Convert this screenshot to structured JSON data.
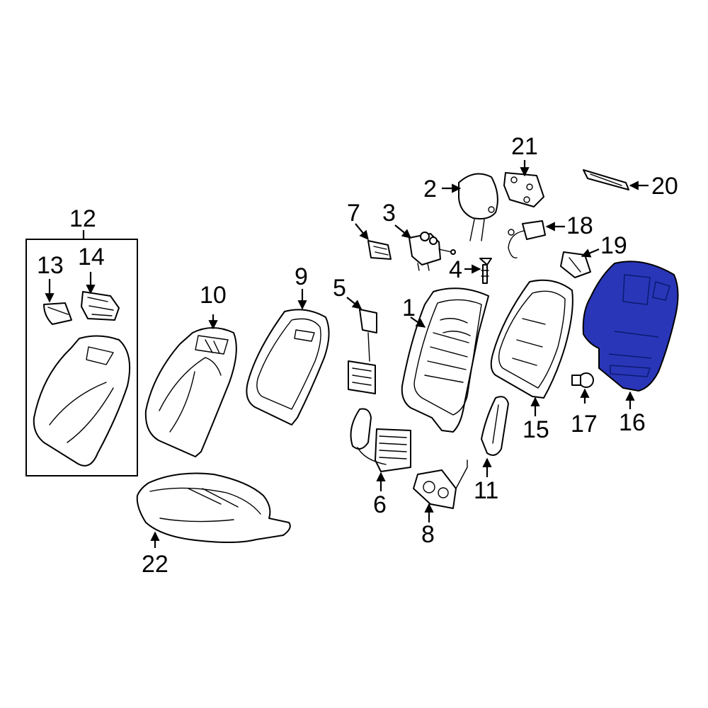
{
  "diagram": {
    "highlight_color": "#2a36b8",
    "callouts": {
      "c1": "1",
      "c2": "2",
      "c3": "3",
      "c4": "4",
      "c5": "5",
      "c6": "6",
      "c7": "7",
      "c8": "8",
      "c9": "9",
      "c10": "10",
      "c11": "11",
      "c12": "12",
      "c13": "13",
      "c14": "14",
      "c15": "15",
      "c16": "16",
      "c17": "17",
      "c18": "18",
      "c19": "19",
      "c20": "20",
      "c21": "21",
      "c22": "22"
    }
  }
}
